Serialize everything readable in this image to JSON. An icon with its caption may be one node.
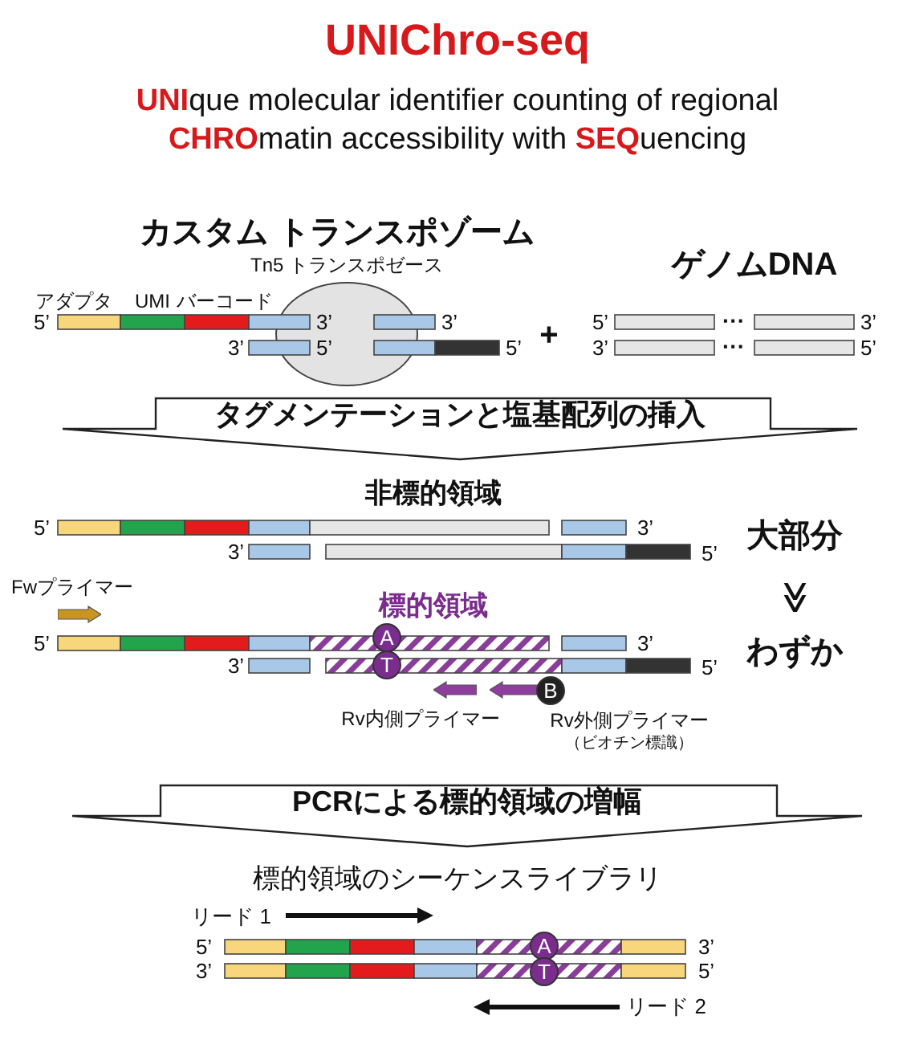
{
  "diagram": {
    "title": "UNIChro-seq",
    "nodes": [
      {
        "text": [
          "Tn5 トランスポゼース"
        ]
      },
      {
        "text": [
          "タグメンテーションと塩基配列の挿入"
        ]
      },
      {
        "text": [],
        "shape": "arrow",
        "beside": [
          "Fwプライマー"
        ]
      },
      {
        "text": [
          "A"
        ]
      },
      {
        "text": [
          "T"
        ]
      },
      {
        "text": [],
        "shape": "arrow",
        "beside": [
          "Rv内側プライマー"
        ]
      },
      {
        "text": [],
        "shape": "arrow",
        "beside": [
          "Rv外側プライマー",
          "（ビオチン標識）"
        ]
      },
      {
        "text": [
          "B"
        ]
      },
      {
        "text": [
          "PCRによる標的領域の増幅"
        ]
      },
      {
        "text": [
          "A"
        ]
      },
      {
        "text": [
          "T"
        ]
      }
    ],
    "labels": [
      "**UNI**que molecular identifier counting of regional **CHRO**matin accessibility with **SEQ**uencing",
      "カスタム トランスポゾーム",
      "ゲノムDNA",
      "アダプタ",
      "UMI",
      "バーコード",
      "5’",
      "3’",
      "3’",
      "5’",
      "3’",
      "5’",
      "+",
      "5’",
      "···",
      "3’",
      "3’",
      "···",
      "5’",
      "非標的領域",
      "5’",
      "3’",
      "3’",
      "5’",
      "大部分",
      "標的領域",
      "≫",
      "5’",
      "3’",
      "3’",
      "5’",
      "わずか",
      "標的領域のシーケンスライブラリ",
      "リード 1",
      "5’",
      "3’",
      "3’",
      "5’",
      "リード 2"
    ]
  }
}
